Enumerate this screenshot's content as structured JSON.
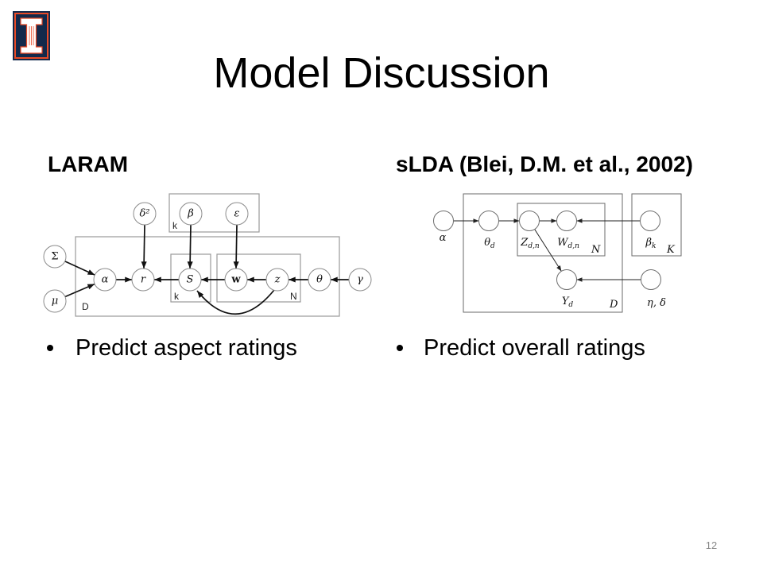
{
  "colors": {
    "logo_navy": "#13294B",
    "logo_orange": "#E84A27",
    "observed_node": "#c8c8c8"
  },
  "branding": {
    "logo_icon": "illinois-block-i-icon"
  },
  "slide": {
    "title": "Model Discussion",
    "page_number": "12"
  },
  "left": {
    "heading": "LARAM",
    "bullets": [
      "Predict aspect ratings"
    ],
    "diagram": {
      "nodes": {
        "delta2": "δ²",
        "beta": "β",
        "epsilon": "ε",
        "sigma": "Σ",
        "mu": "μ",
        "alpha": "α",
        "r": "r",
        "s": "S",
        "w": "w",
        "z": "z",
        "theta": "θ",
        "gamma": "γ"
      },
      "plates": {
        "k_top": "k",
        "d": "D",
        "k_inner": "k",
        "n": "N"
      }
    }
  },
  "right": {
    "heading": "sLDA (Blei, D.M. et al., 2002)",
    "bullets": [
      "Predict overall ratings"
    ],
    "diagram": {
      "nodes": {
        "alpha": {
          "label": "α"
        },
        "theta_d": {
          "label": "θ",
          "sub": "d"
        },
        "z_dn": {
          "label": "Z",
          "sub": "d,n"
        },
        "w_dn": {
          "label": "W",
          "sub": "d,n"
        },
        "beta_k": {
          "label": "β",
          "sub": "k"
        },
        "y_d": {
          "label": "Y",
          "sub": "d"
        },
        "eta_delta": {
          "label": "η, δ"
        }
      },
      "plates": {
        "n": "N",
        "k": "K",
        "d": "D"
      }
    }
  }
}
